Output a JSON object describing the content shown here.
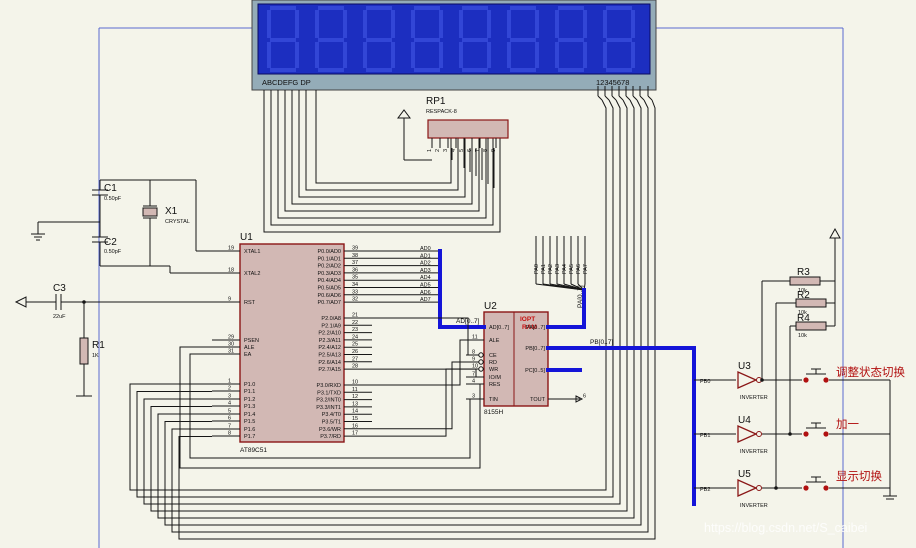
{
  "lcd": {
    "segments_label": "ABCDEFG DP",
    "digits_label": "12345678"
  },
  "rp1": {
    "ref": "RP1",
    "part": "RESPACK-8"
  },
  "u1": {
    "ref": "U1",
    "part": "AT89C51",
    "left_pins": [
      {
        "n": "19",
        "name": "XTAL1"
      },
      {
        "n": "18",
        "name": "XTAL2"
      },
      {
        "n": "9",
        "name": "RST"
      },
      {
        "n": "29",
        "name": "PSEN"
      },
      {
        "n": "30",
        "name": "ALE"
      },
      {
        "n": "31",
        "name": "EA"
      },
      {
        "n": "1",
        "name": "P1.0"
      },
      {
        "n": "2",
        "name": "P1.1"
      },
      {
        "n": "3",
        "name": "P1.2"
      },
      {
        "n": "4",
        "name": "P1.3"
      },
      {
        "n": "5",
        "name": "P1.4"
      },
      {
        "n": "6",
        "name": "P1.5"
      },
      {
        "n": "7",
        "name": "P1.6"
      },
      {
        "n": "8",
        "name": "P1.7"
      }
    ],
    "right_pins": [
      {
        "n": "39",
        "name": "P0.0/AD0"
      },
      {
        "n": "38",
        "name": "P0.1/AD1"
      },
      {
        "n": "37",
        "name": "P0.2/AD2"
      },
      {
        "n": "36",
        "name": "P0.3/AD3"
      },
      {
        "n": "35",
        "name": "P0.4/AD4"
      },
      {
        "n": "34",
        "name": "P0.5/AD5"
      },
      {
        "n": "33",
        "name": "P0.6/AD6"
      },
      {
        "n": "32",
        "name": "P0.7/AD7"
      },
      {
        "n": "21",
        "name": "P2.0/A8"
      },
      {
        "n": "22",
        "name": "P2.1/A9"
      },
      {
        "n": "23",
        "name": "P2.2/A10"
      },
      {
        "n": "24",
        "name": "P2.3/A11"
      },
      {
        "n": "25",
        "name": "P2.4/A12"
      },
      {
        "n": "26",
        "name": "P2.5/A13"
      },
      {
        "n": "27",
        "name": "P2.6/A14"
      },
      {
        "n": "28",
        "name": "P2.7/A15"
      },
      {
        "n": "10",
        "name": "P3.0/RXD"
      },
      {
        "n": "11",
        "name": "P3.1/TXD"
      },
      {
        "n": "12",
        "name": "P3.2/INT0"
      },
      {
        "n": "13",
        "name": "P3.3/INT1"
      },
      {
        "n": "14",
        "name": "P3.4/T0"
      },
      {
        "n": "15",
        "name": "P3.5/T1"
      },
      {
        "n": "16",
        "name": "P3.6/WR"
      },
      {
        "n": "17",
        "name": "P3.7/RD"
      }
    ]
  },
  "ad_labels": [
    "AD0",
    "AD1",
    "AD2",
    "AD3",
    "AD4",
    "AD5",
    "AD6",
    "AD7"
  ],
  "u2": {
    "ref": "U2",
    "part": "8155H",
    "title1": "IOPT",
    "title2": "RAM",
    "left_pins": [
      {
        "n": "",
        "name": "AD[0..7]"
      },
      {
        "n": "11",
        "name": "ALE"
      },
      {
        "n": "8",
        "name": "CE"
      },
      {
        "n": "9",
        "name": "RD"
      },
      {
        "n": "10",
        "name": "WR"
      },
      {
        "n": "7",
        "name": "IO/M"
      },
      {
        "n": "4",
        "name": "RES"
      },
      {
        "n": "3",
        "name": "TIN"
      }
    ],
    "right_pins": [
      {
        "n": "",
        "name": "PA[0..7]"
      },
      {
        "n": "",
        "name": "PB[0..7]"
      },
      {
        "n": "",
        "name": "PC[0..5]"
      },
      {
        "n": "6",
        "name": "TOUT"
      }
    ],
    "bus_ad": "AD[0..7]",
    "bus_pa": "PA[0..7]",
    "bus_pb": "PB[0..7]"
  },
  "pa_labels": [
    "PA0",
    "PA1",
    "PA2",
    "PA3",
    "PA4",
    "PA5",
    "PA6",
    "PA7"
  ],
  "c1": {
    "ref": "C1",
    "value": "0.50pF"
  },
  "c2": {
    "ref": "C2",
    "value": "0.50pF"
  },
  "c3": {
    "ref": "C3",
    "value": "22uF"
  },
  "x1": {
    "ref": "X1",
    "part": "CRYSTAL"
  },
  "r1": {
    "ref": "R1",
    "value": "1K"
  },
  "r2": {
    "ref": "R2",
    "value": "10k"
  },
  "r3": {
    "ref": "R3",
    "value": "10k"
  },
  "r4": {
    "ref": "R4",
    "value": "10k"
  },
  "u3": {
    "ref": "U3",
    "part": "INVERTER",
    "net": "PB0"
  },
  "u4": {
    "ref": "U4",
    "part": "INVERTER",
    "net": "PB1"
  },
  "u5": {
    "ref": "U5",
    "part": "INVERTER",
    "net": "PB2"
  },
  "buttons": {
    "adjust": "调整状态切换",
    "plus": "加一",
    "display": "显示切换"
  },
  "watermark": "https://blog.csdn.net/S_caibei"
}
